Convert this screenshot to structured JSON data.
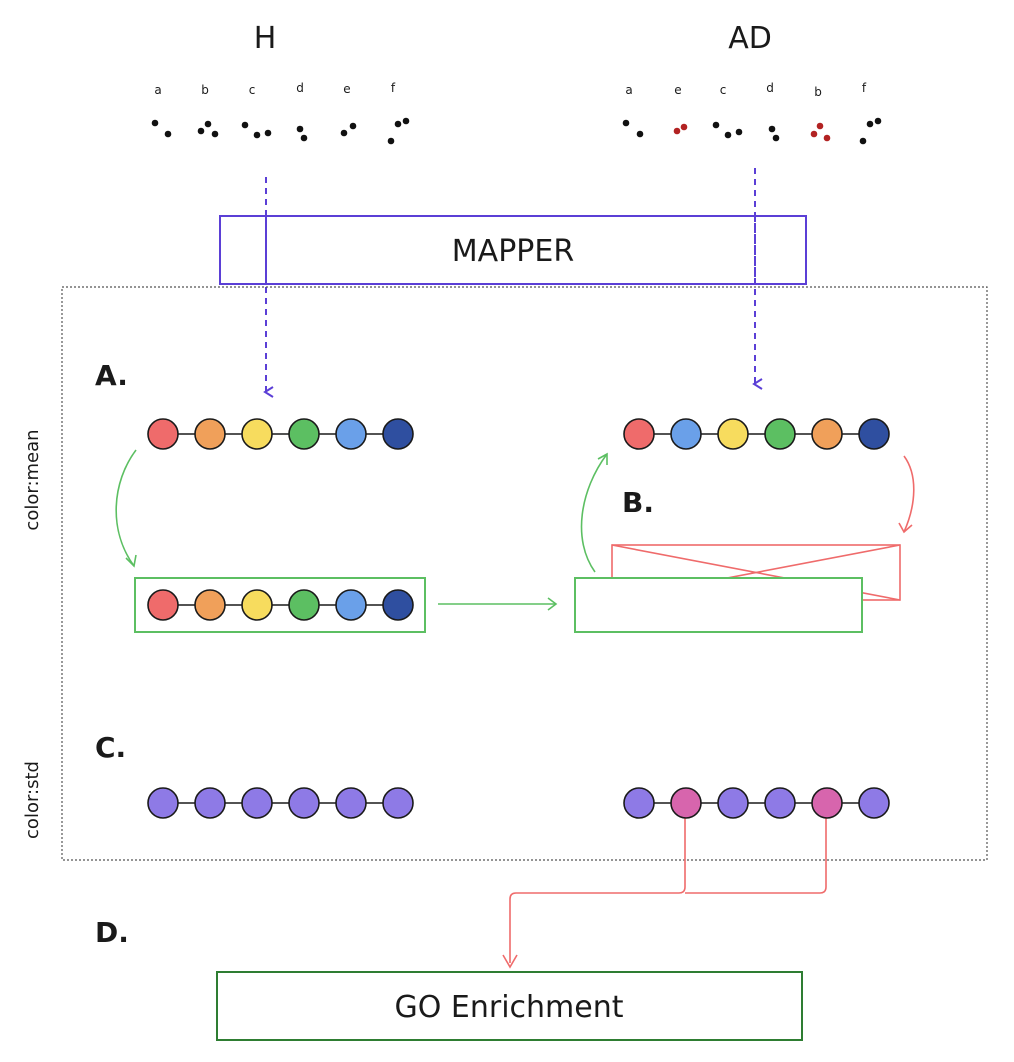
{
  "headers": {
    "left": "H",
    "right": "AD"
  },
  "left_samples": [
    "a",
    "b",
    "c",
    "d",
    "e",
    "f"
  ],
  "right_samples": [
    "a",
    "e",
    "c",
    "d",
    "b",
    "f"
  ],
  "mapper_label": "MAPPER",
  "sections": {
    "a": "A.",
    "b": "B.",
    "c": "C.",
    "d": "D."
  },
  "side_labels": {
    "mean": "color:mean",
    "std": "color:std"
  },
  "go_label": "GO Enrichment",
  "colors": {
    "red": "#ef6b6b",
    "orange": "#f0a05a",
    "yellow": "#f7dc5e",
    "green": "#5cbf62",
    "lightblue": "#6aa0e9",
    "darkblue": "#2f4fa0",
    "purple": "#8e7ae6",
    "pink": "#d765ad",
    "mapper_border": "#5b3fd6",
    "flow_green": "#5cbf62",
    "flow_red": "#ef6b6b",
    "go_border": "#2e7d32",
    "dot_black": "#111111",
    "dot_red": "#b22222"
  },
  "graph_rows": {
    "mean_left": [
      "red",
      "orange",
      "yellow",
      "green",
      "lightblue",
      "darkblue"
    ],
    "mean_right": [
      "red",
      "lightblue",
      "yellow",
      "green",
      "orange",
      "darkblue"
    ],
    "mean_box": [
      "red",
      "orange",
      "yellow",
      "green",
      "lightblue",
      "darkblue"
    ],
    "std_left": [
      "purple",
      "purple",
      "purple",
      "purple",
      "purple",
      "purple"
    ],
    "std_right": [
      "purple",
      "pink",
      "purple",
      "purple",
      "pink",
      "purple"
    ]
  }
}
